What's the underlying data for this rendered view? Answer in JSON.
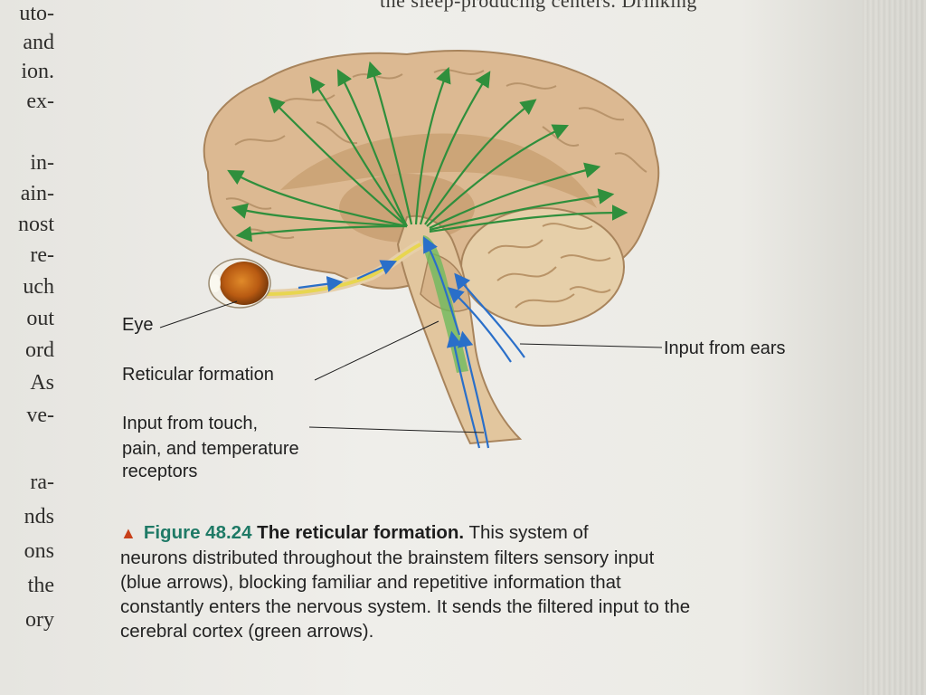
{
  "top_text": "the sleep-producing centers. Drinking",
  "left_column": [
    "uto-",
    "and",
    "ion.",
    "ex-",
    "in-",
    "ain-",
    "nost",
    "re-",
    "uch",
    "out",
    "ord",
    "As",
    "ve-",
    "ra-",
    "nds",
    "ons",
    "the",
    "ory"
  ],
  "figure": {
    "labels": {
      "eye": "Eye",
      "reticular": "Reticular formation",
      "touch_1": "Input from touch,",
      "touch_2": "pain, and temperature",
      "touch_3": "receptors",
      "ears": "Input from ears"
    },
    "colors": {
      "green_arrows": "#2f8f3c",
      "blue_arrows": "#2a6fc9",
      "brain": "#dcb992"
    }
  },
  "caption": {
    "number": "Figure 48.24",
    "title": "The reticular formation.",
    "line1_rest": "This system of",
    "line2": "neurons distributed throughout the brainstem filters sensory input",
    "line3": "(blue arrows), blocking familiar and repetitive information that",
    "line4": "constantly enters the nervous system. It sends the filtered input to the",
    "line5": "cerebral cortex (green arrows)."
  }
}
